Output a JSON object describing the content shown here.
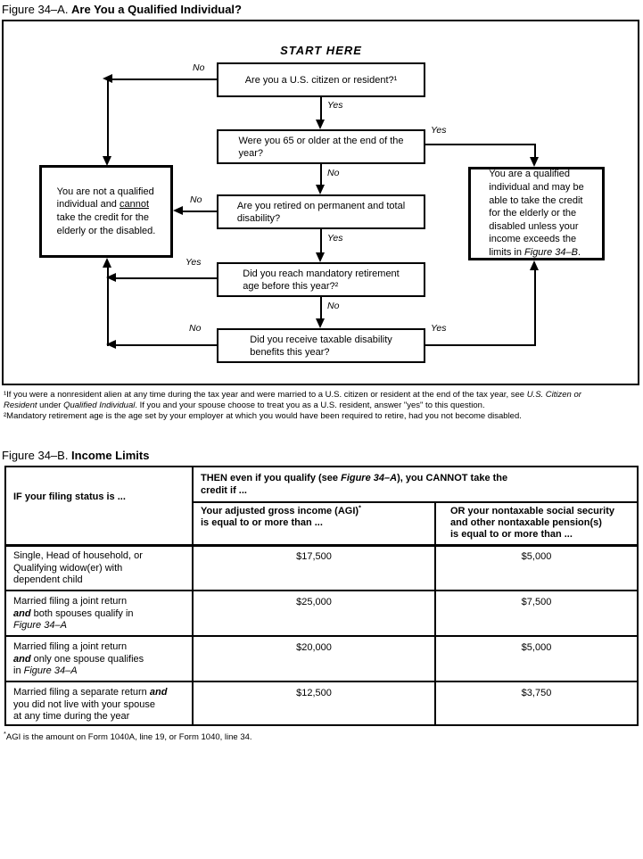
{
  "figure_a": {
    "title_prefix": "Figure 34–A. ",
    "title_bold": "Are You a Qualified Individual?",
    "start_here": "START HERE",
    "labels": {
      "yes": "Yes",
      "no": "No"
    },
    "boxes": {
      "citizen": [
        [
          {
            "t": "Are you a U.S. citizen or resident?¹"
          }
        ]
      ],
      "age65": [
        [
          {
            "t": "Were you 65 or older at the end of the"
          }
        ],
        [
          {
            "t": "year?"
          }
        ]
      ],
      "retired_disability": [
        [
          {
            "t": "Are you retired on permanent and total"
          }
        ],
        [
          {
            "t": "disability?"
          }
        ]
      ],
      "mandatory_retirement": [
        [
          {
            "t": "Did you reach mandatory retirement"
          }
        ],
        [
          {
            "t": "age before this year?²"
          }
        ]
      ],
      "taxable_benefits": [
        [
          {
            "t": "Did you receive taxable disability"
          }
        ],
        [
          {
            "t": "benefits this year?"
          }
        ]
      ],
      "not_qualified": [
        [
          {
            "t": "You are not a qualified"
          }
        ],
        [
          {
            "t": "individual and "
          },
          {
            "t": "cannot",
            "s": "u"
          }
        ],
        [
          {
            "t": "take the credit for the"
          }
        ],
        [
          {
            "t": "elderly or the disabled."
          }
        ]
      ],
      "qualified": [
        [
          {
            "t": "You are a qualified"
          }
        ],
        [
          {
            "t": "individual and may be"
          }
        ],
        [
          {
            "t": "able to take the credit"
          }
        ],
        [
          {
            "t": "for the elderly or the"
          }
        ],
        [
          {
            "t": "disabled unless your"
          }
        ],
        [
          {
            "t": "income exceeds the"
          }
        ],
        [
          {
            "t": "limits in "
          },
          {
            "t": "Figure 34–B",
            "s": "i"
          },
          {
            "t": "."
          }
        ]
      ]
    },
    "footnotes": [
      [
        {
          "t": "¹If you were a nonresident alien at any time during the tax year and were married to a U.S. citizen or resident at the end of the tax year, see "
        },
        {
          "t": "U.S. Citizen or",
          "s": "i"
        }
      ],
      [
        {
          "t": "Resident",
          "s": "i"
        },
        {
          "t": " under "
        },
        {
          "t": "Qualified Individual",
          "s": "i"
        },
        {
          "t": ". If you and your spouse choose to treat you as a U.S. resident, answer \"yes\" to this question."
        }
      ],
      [
        {
          "t": "²Mandatory retirement age is the age set by your employer at which you would have been required to retire, had you not become disabled."
        }
      ]
    ]
  },
  "figure_b": {
    "title_prefix": "Figure 34–B. ",
    "title_bold": "Income Limits",
    "header": {
      "filing_status": "IF your filing status is ...",
      "then_clause": [
        [
          {
            "t": "THEN even if you qualify (see "
          },
          {
            "t": "Figure 34–A",
            "s": "i"
          },
          {
            "t": "), you CANNOT take the"
          }
        ],
        [
          {
            "t": "credit if ..."
          }
        ]
      ],
      "agi": [
        [
          {
            "t": "Your adjusted gross income (AGI)"
          },
          {
            "t": "*",
            "s": "sup"
          }
        ],
        [
          {
            "t": "is equal to or more than ..."
          }
        ]
      ],
      "pension": [
        [
          {
            "t": "OR your nontaxable social security"
          }
        ],
        [
          {
            "t": "and other nontaxable pension(s)"
          }
        ],
        [
          {
            "t": "is equal to or more than ..."
          }
        ]
      ]
    },
    "rows": [
      {
        "status": [
          [
            {
              "t": "Single, Head of household, or"
            }
          ],
          [
            {
              "t": "Qualifying widow(er) with"
            }
          ],
          [
            {
              "t": "dependent child"
            }
          ]
        ],
        "agi": "$17,500",
        "pension": "$5,000"
      },
      {
        "status": [
          [
            {
              "t": "Married filing a joint return"
            }
          ],
          [
            {
              "t": "and",
              "s": "bi"
            },
            {
              "t": " both spouses qualify in"
            }
          ],
          [
            {
              "t": "Figure 34–A",
              "s": "i"
            }
          ]
        ],
        "agi": "$25,000",
        "pension": "$7,500"
      },
      {
        "status": [
          [
            {
              "t": "Married filing a joint return"
            }
          ],
          [
            {
              "t": "and",
              "s": "bi"
            },
            {
              "t": " only one spouse qualifies"
            }
          ],
          [
            {
              "t": "in "
            },
            {
              "t": "Figure 34–A",
              "s": "i"
            }
          ]
        ],
        "agi": "$20,000",
        "pension": "$5,000"
      },
      {
        "status": [
          [
            {
              "t": "Married filing a separate return "
            },
            {
              "t": "and",
              "s": "bi"
            }
          ],
          [
            {
              "t": "you did not live with your spouse"
            }
          ],
          [
            {
              "t": "at any time during the year"
            }
          ]
        ],
        "agi": "$12,500",
        "pension": "$3,750"
      }
    ],
    "footnote": [
      {
        "t": "*",
        "s": "sup"
      },
      {
        "t": "AGI is the amount on Form 1040A, line 19, or Form 1040, line 34."
      }
    ]
  }
}
